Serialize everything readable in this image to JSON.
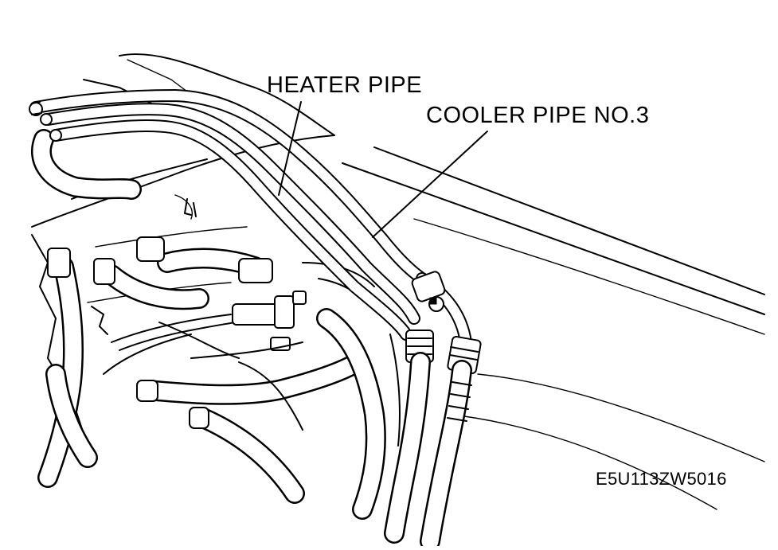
{
  "labels": {
    "heater_pipe": "HEATER PIPE",
    "cooler_pipe": "COOLER PIPE NO.3",
    "figure_code": "E5U113ZW5016"
  },
  "colors": {
    "line": "#000000",
    "background": "#ffffff"
  }
}
